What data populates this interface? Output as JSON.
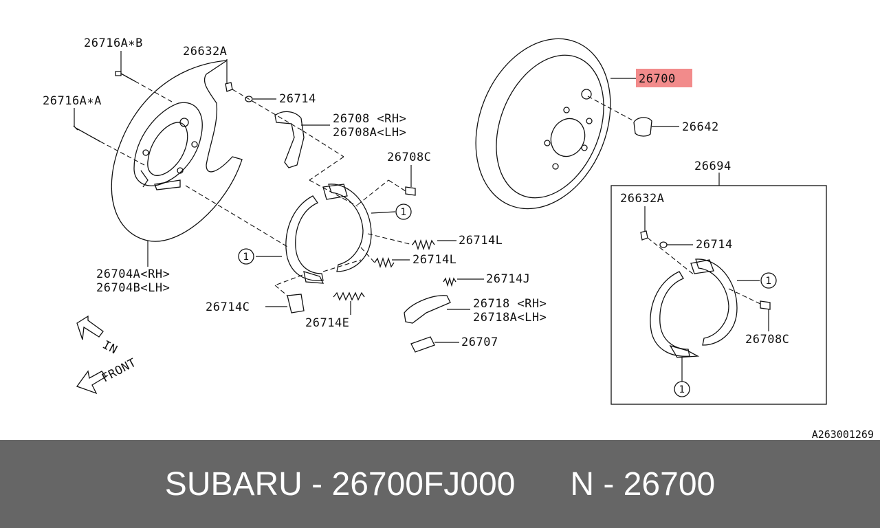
{
  "diagram": {
    "labels": {
      "p26716AB": "26716A∗B",
      "p26632A_top": "26632A",
      "p26714_top": "26714",
      "p26716AA": "26716A∗A",
      "p26708_rh": "26708 <RH>",
      "p26708A_lh": "26708A<LH>",
      "p26708C_top": "26708C",
      "p26714L_1": "26714L",
      "p26714L_2": "26714L",
      "p26714J": "26714J",
      "p26718_rh": "26718 <RH>",
      "p26718A_lh": "26718A<LH>",
      "p26707": "26707",
      "p26714C": "26714C",
      "p26714E": "26714E",
      "p26704A_rh": "26704A<RH>",
      "p26704B_lh": "26704B<LH>",
      "p26700": "26700",
      "p26642": "26642",
      "p26694": "26694",
      "p26632A_box": "26632A",
      "p26714_box": "26714",
      "p26708C_box": "26708C",
      "circle_one": "1",
      "dir_in": "IN",
      "dir_front": "FRONT",
      "ref_code": "A263001269"
    },
    "highlight_color": "#f28b8b"
  },
  "footer": {
    "brand": "SUBARU",
    "part_number": "26700FJ000",
    "ref": "N - 26700",
    "separator": " - ",
    "background": "#666666"
  }
}
